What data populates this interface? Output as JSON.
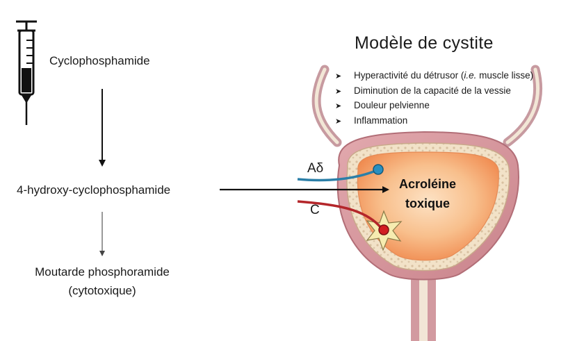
{
  "left_pathway": {
    "drug": "Cyclophosphamide",
    "metabolite": "4-hydroxy-cyclophosphamide",
    "product_line1": "Moutarde phosphoramide",
    "product_line2": "(cytotoxique)"
  },
  "model": {
    "title": "Modèle de cystite",
    "symptoms": [
      {
        "bullet": "➤",
        "prefix": "Hyperactivité du détrusor (",
        "italic": "i.e.",
        "suffix": " muscle lisse)"
      },
      {
        "bullet": "➤",
        "text": "Diminution de la capacité de la vessie"
      },
      {
        "bullet": "➤",
        "text": "Douleur pelvienne"
      },
      {
        "bullet": "➤",
        "text": "Inflammation"
      }
    ]
  },
  "bladder": {
    "label_line1": "Acroléine",
    "label_line2": "toxique",
    "fiber_a_delta": "Aδ",
    "fiber_c": "C"
  },
  "colors": {
    "bladder_wall": "#d99ca2",
    "bladder_wall_dark": "#b97079",
    "mucosa": "#f0dcc0",
    "lumen_center": "#fde2c4",
    "lumen_edge": "#f39a5e",
    "fiber_a_delta": "#2b7fa8",
    "fiber_c": "#b4262a",
    "star": "#f6ecb0",
    "arrow": "#111111"
  },
  "icons": {
    "syringe": "syringe-icon"
  }
}
